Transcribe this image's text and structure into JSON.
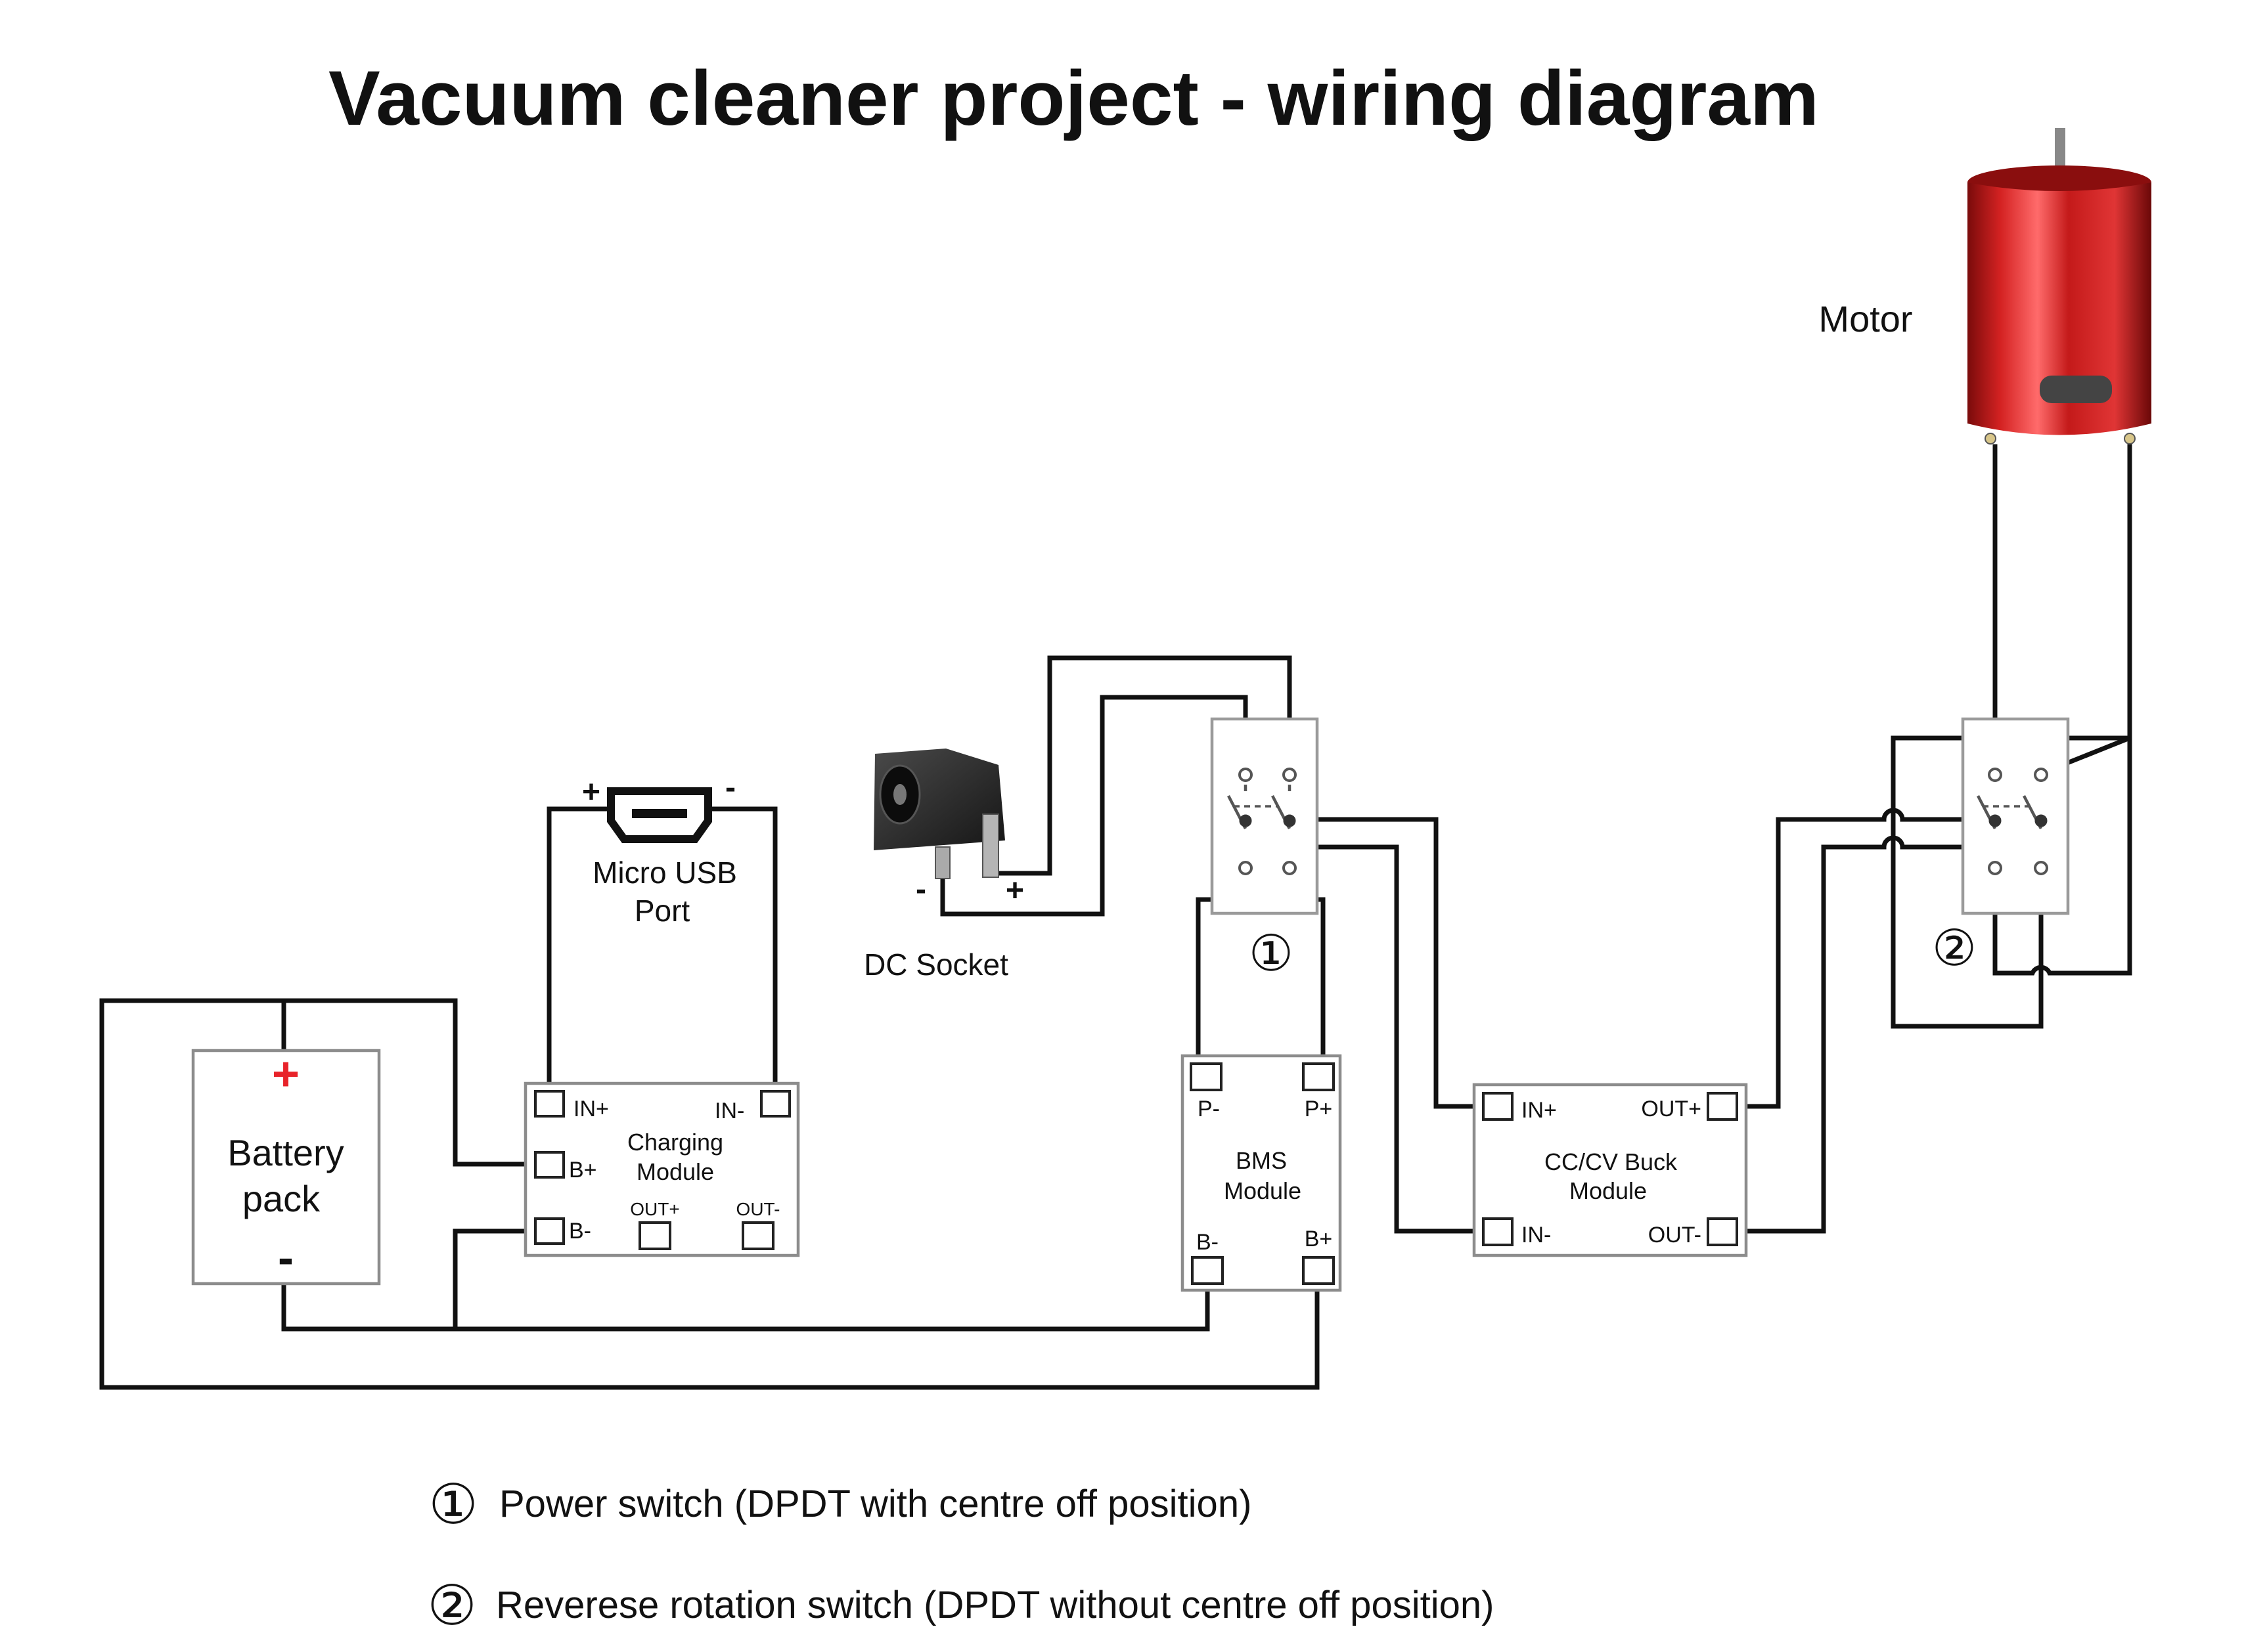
{
  "title": "Vacuum cleaner project - wiring diagram",
  "components": {
    "motor": {
      "label": "Motor"
    },
    "battery": {
      "label_line1": "Battery",
      "label_line2": "pack",
      "plus": "+",
      "minus": "-"
    },
    "micro_usb": {
      "label_line1": "Micro USB",
      "label_line2": "Port",
      "plus": "+",
      "minus": "-"
    },
    "dc_socket": {
      "label": "DC Socket",
      "minus": "-",
      "plus": "+"
    },
    "charging_module": {
      "label_line1": "Charging",
      "label_line2": "Module",
      "pins": {
        "in_plus": "IN+",
        "in_minus": "IN-",
        "b_plus": "B+",
        "b_minus": "B-",
        "out_plus": "OUT+",
        "out_minus": "OUT-"
      }
    },
    "bms_module": {
      "label_line1": "BMS",
      "label_line2": "Module",
      "pins": {
        "p_minus": "P-",
        "p_plus": "P+",
        "b_minus": "B-",
        "b_plus": "B+"
      }
    },
    "buck_module": {
      "label_line1": "CC/CV Buck",
      "label_line2": "Module",
      "pins": {
        "in_plus": "IN+",
        "in_minus": "IN-",
        "out_plus": "OUT+",
        "out_minus": "OUT-"
      }
    },
    "switch1": {
      "marker": "①"
    },
    "switch2": {
      "marker": "②"
    }
  },
  "colors": {
    "wire": "#111111",
    "battery_plus": "#e8232a",
    "motor_body": "#c41a1a"
  },
  "legend": [
    {
      "marker": "①",
      "text": "Power switch (DPDT with centre off position)"
    },
    {
      "marker": "②",
      "text": "Reverese rotation switch (DPDT without centre off position)"
    }
  ]
}
